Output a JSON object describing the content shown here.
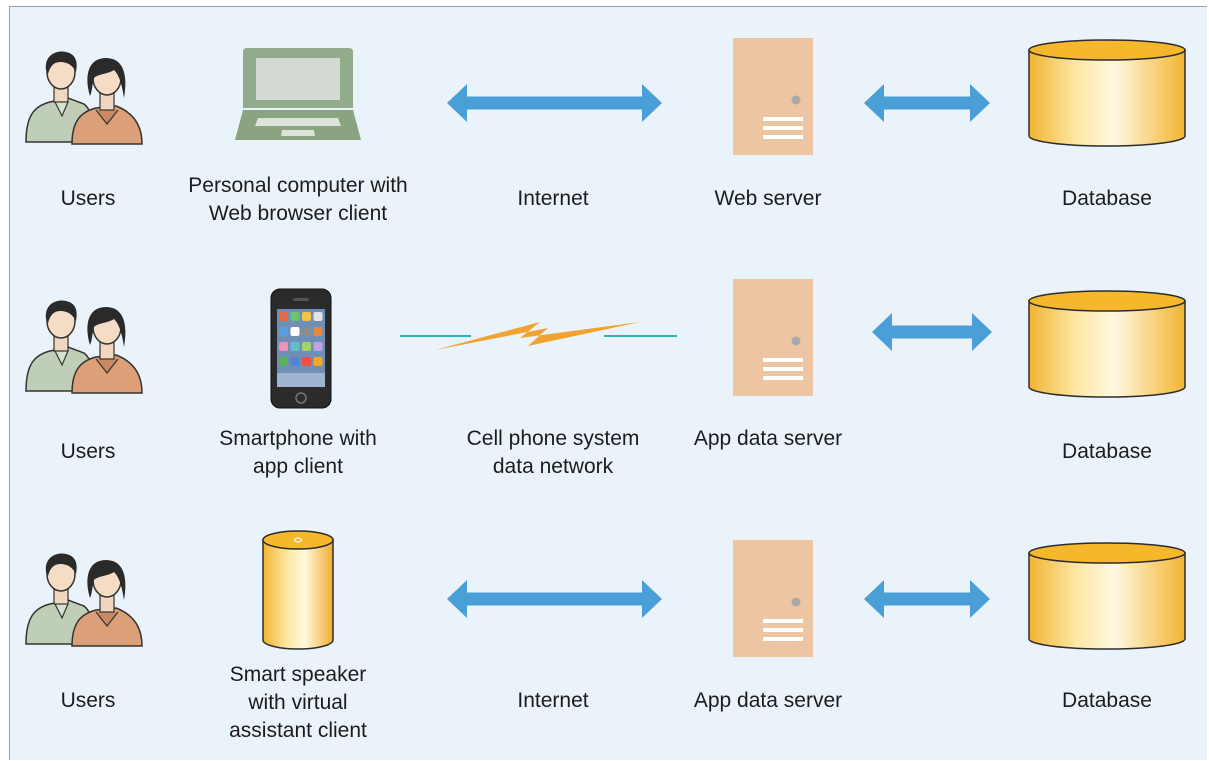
{
  "rows": [
    {
      "users": "Users",
      "client": [
        "Personal computer with",
        "Web browser client"
      ],
      "network": [
        "Internet"
      ],
      "server": [
        "Web server"
      ],
      "database": "Database"
    },
    {
      "users": "Users",
      "client": [
        "Smartphone with",
        "app client"
      ],
      "network": [
        "Cell phone system",
        "data network"
      ],
      "server": [
        "App data server"
      ],
      "database": "Database"
    },
    {
      "users": "Users",
      "client": [
        "Smart speaker",
        "with virtual",
        "assistant client"
      ],
      "network": [
        "Internet"
      ],
      "server": [
        "App data server"
      ],
      "database": "Database"
    }
  ],
  "colors": {
    "background": "#eaf3f9",
    "arrow": "#4a9fd8",
    "server": "#edc5a2",
    "database": "#f6b82a",
    "lightning": "#f0a330",
    "wire": "#2fb5b5"
  }
}
